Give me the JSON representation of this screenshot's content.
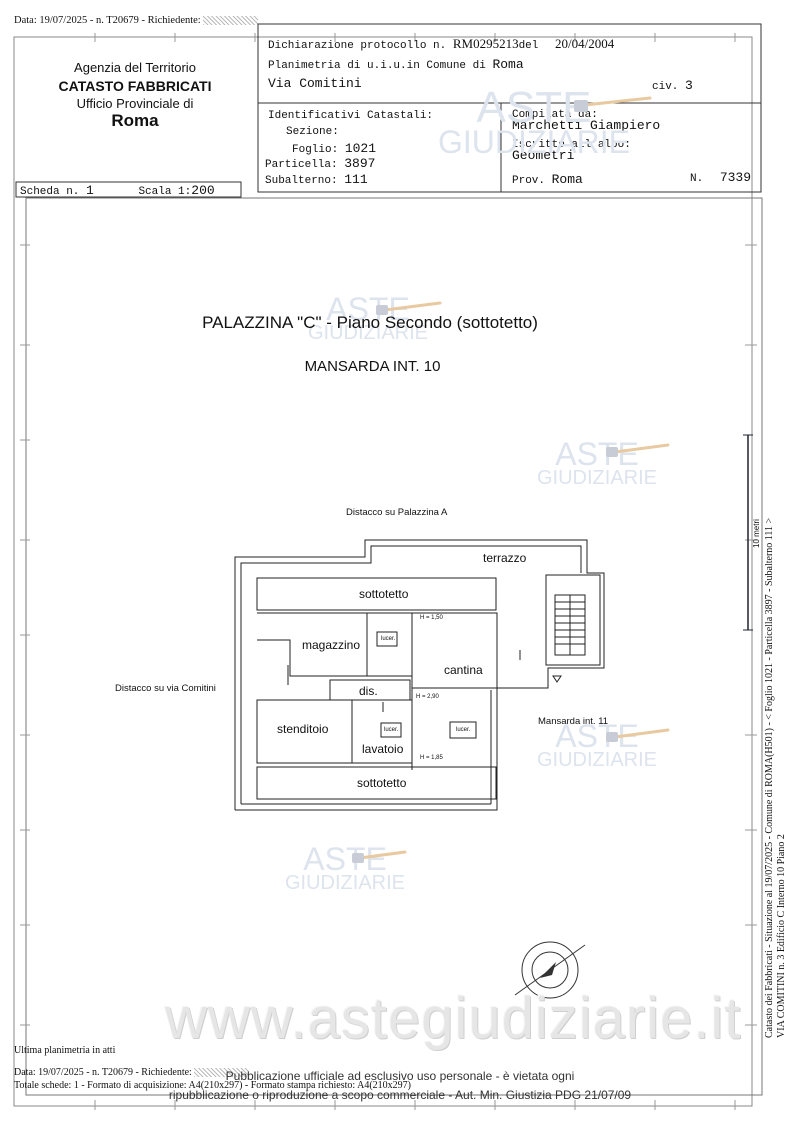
{
  "top_line": {
    "text": "Data: 19/07/2025 - n. T20679 - Richiedente:"
  },
  "agency": {
    "line1": "Agenzia del Territorio",
    "line2": "CATASTO FABBRICATI",
    "line3": "Ufficio Provinciale di",
    "line4": "Roma"
  },
  "header": {
    "declaration_label": "Dichiarazione protocollo n.",
    "declaration_no": "RM0295213",
    "declaration_del": "del",
    "declaration_date": "20/04/2004",
    "plan_label": "Planimetria di u.i.u.in Comune di",
    "comune": "Roma",
    "street": "Via Comitini",
    "civ_label": "civ.",
    "civ": "3"
  },
  "identifiers": {
    "title": "Identificativi Catastali:",
    "sezione_label": "Sezione:",
    "foglio_label": "Foglio:",
    "foglio": "1021",
    "particella_label": "Particella:",
    "particella": "3897",
    "subalterno_label": "Subalterno:",
    "subalterno": "111"
  },
  "compiler": {
    "label": "Compilata da:",
    "name": "Marchetti Giampiero",
    "albo_label": "Iscritto all'albo:",
    "albo": "Geometri",
    "prov_label": "Prov.",
    "prov": "Roma",
    "n_label": "N.",
    "n": "7339"
  },
  "scheda": {
    "label": "Scheda n.",
    "value": "1",
    "scala_label": "Scala 1:",
    "scala": "200"
  },
  "watermark": {
    "aste": "ASTE",
    "giudiziarie": "GIUDIZIARIE"
  },
  "plan": {
    "title": "PALAZZINA \"C\" - Piano Secondo (sottotetto)",
    "subtitle": "MANSARDA INT. 10",
    "distacco_a": "Distacco su Palazzina A",
    "distacco_via": "Distacco su via Comitini",
    "terrazzo": "terrazzo",
    "sottotetto_top": "sottotetto",
    "magazzino": "magazzino",
    "lucer1": "lucer.",
    "h150": "H = 1,50",
    "cantina": "cantina",
    "dis": "dis.",
    "h290": "H = 2,90",
    "stenditoio": "stenditoio",
    "lavatoio": "lavatoio",
    "lucer2": "lucer.",
    "lucer3": "lucer.",
    "h185": "H = 1,85",
    "sottotetto_bottom": "sottotetto",
    "mansarda11": "Mansarda int. 11",
    "scale_bar": "10 metri"
  },
  "side": {
    "line1": "Catasto dei Fabbricati - Situazione al 19/07/2025 - Comune di ROMA(H501) - < Foglio 1021 - Particella 3897 - Subalterno 111 >",
    "line2": "VIA COMITINI n. 3 Edificio C Interno 10 Piano 2"
  },
  "footer": {
    "ultima": "Ultima planimetria in atti",
    "line1": "Data: 19/07/2025 - n. T20679 - Richiedente:",
    "line2": "Totale schede: 1 - Formato di acquisizione: A4(210x297) - Formato stampa richiesto: A4(210x297)",
    "pub1": "Pubblicazione ufficiale ad esclusivo uso personale - è vietata ogni",
    "pub2": "ripubblicazione o riproduzione a scopo commerciale - Aut. Min. Giustizia PDG 21/07/09",
    "website": "www.astegiudiziarie.it"
  }
}
